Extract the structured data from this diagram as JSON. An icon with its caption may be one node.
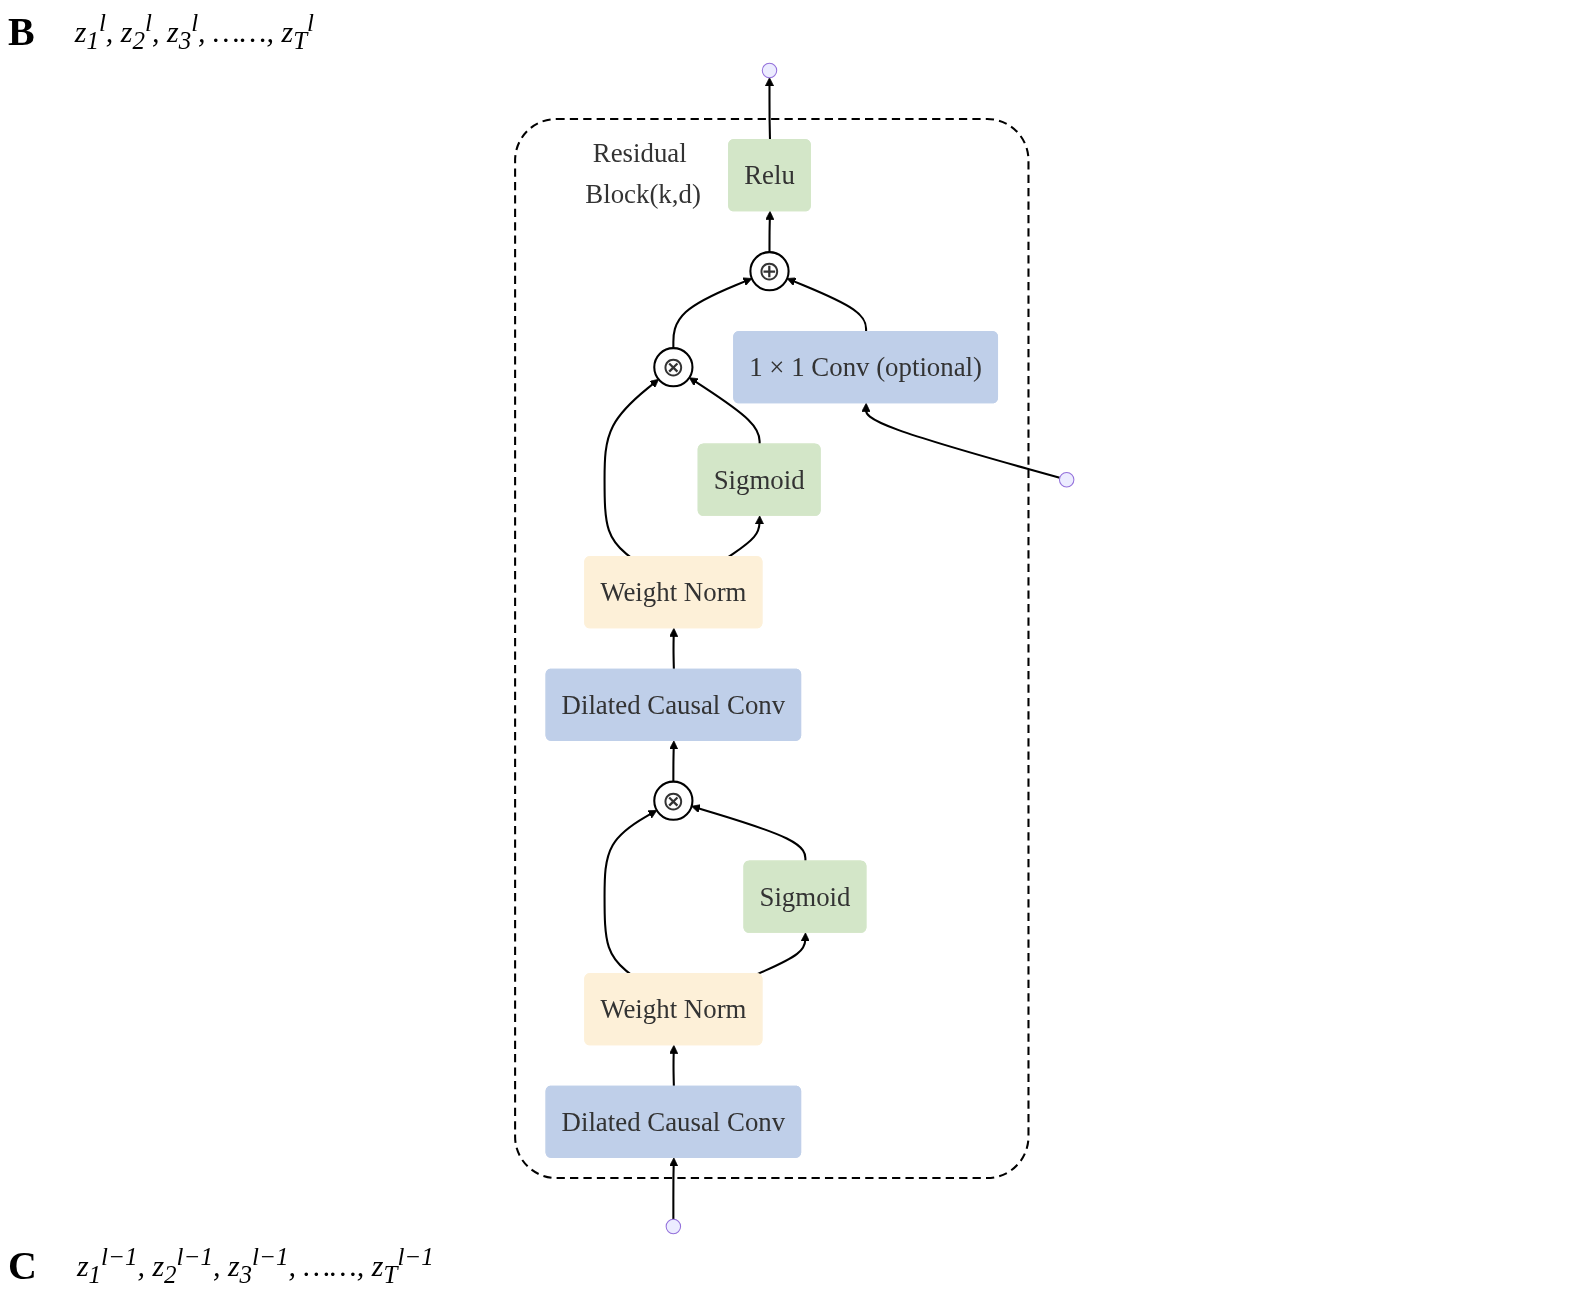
{
  "diagram": {
    "nodes": [
      {
        "text": [
          "Residual Block(k,d)"
        ]
      },
      {
        "text": [
          "Relu"
        ],
        "in": 0
      },
      {
        "text": [
          "Sigmoid"
        ],
        "in": 0
      },
      {
        "text": [
          "⊗"
        ],
        "in": 0
      },
      {
        "text": [
          "⊕"
        ],
        "in": 0
      },
      {
        "text": [
          "Weight Norm"
        ],
        "in": 0
      },
      {
        "text": [
          "Dilated Causal Conv"
        ],
        "in": 0
      },
      {
        "text": [
          "⊗"
        ],
        "in": 0
      },
      {
        "text": [
          "Sigmoid"
        ],
        "in": 0
      },
      {
        "text": [
          "Weight Norm"
        ],
        "in": 0
      },
      {
        "text": [
          "Dilated Causal Conv"
        ],
        "in": 0
      },
      {
        "text": [
          "1 × 1 Conv (optional)"
        ],
        "in": 0
      }
    ],
    "edges": [
      {
        "from": null,
        "to": 10,
        "arrow": "to"
      },
      {
        "from": null,
        "to": 11,
        "arrow": "to"
      },
      {
        "from": 10,
        "to": 9,
        "arrow": "to"
      },
      {
        "from": 9,
        "to": 8,
        "arrow": "to"
      },
      {
        "from": 9,
        "to": 7,
        "arrow": "to"
      },
      {
        "from": 8,
        "to": 7,
        "arrow": "to"
      },
      {
        "from": 7,
        "to": 6,
        "arrow": "to"
      },
      {
        "from": 6,
        "to": 5,
        "arrow": "to"
      },
      {
        "from": 5,
        "to": 2,
        "arrow": "to"
      },
      {
        "from": 5,
        "to": 3,
        "arrow": "to"
      },
      {
        "from": 2,
        "to": 3,
        "arrow": "to"
      },
      {
        "from": 3,
        "to": 4,
        "arrow": "to"
      },
      {
        "from": 11,
        "to": 4,
        "arrow": "to"
      },
      {
        "from": 4,
        "to": 1,
        "arrow": "to"
      },
      {
        "from": 1,
        "to": null,
        "arrow": "to"
      }
    ],
    "labels": [
      "B",
      "z$_{1}$$^{l}$, z$_{2}$$^{l}$, z$_{3}$$^{l}$, ……, z$_{T}$$^{l}$",
      "C",
      "z$_{1}$$^{l−1}$, z$_{2}$$^{l−1}$, z$_{3}$$^{l−1}$, ……, z$_{T}$$^{l−1}$"
    ]
  }
}
